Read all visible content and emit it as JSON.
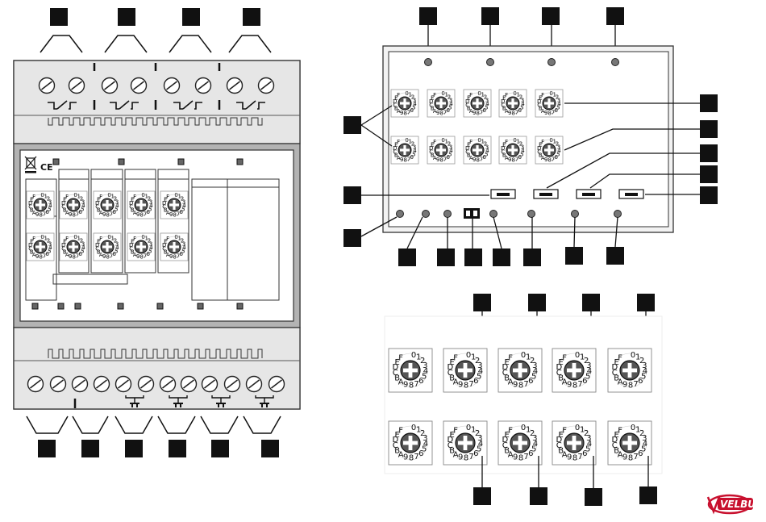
{
  "diagram": {
    "ce_mark": "CE",
    "brand_logo": "VELBUS",
    "dial_hex_digits": [
      "0",
      "1",
      "2",
      "3",
      "4",
      "5",
      "6",
      "7",
      "8",
      "9",
      "A",
      "B",
      "C",
      "D",
      "E",
      "F"
    ]
  }
}
